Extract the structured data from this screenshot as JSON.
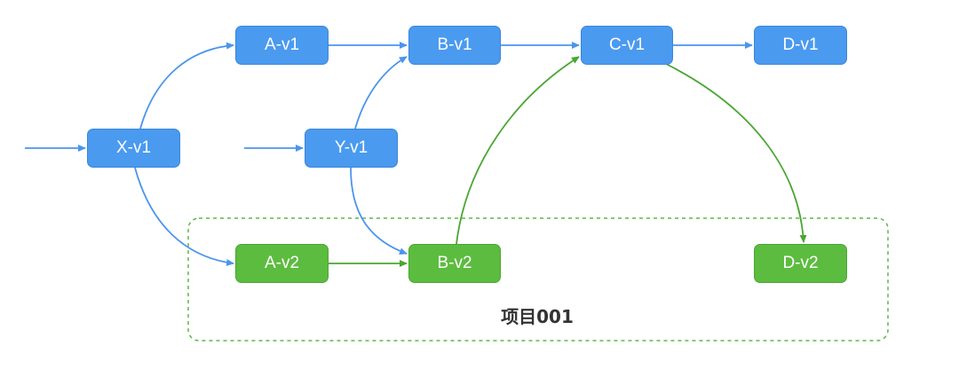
{
  "nodes": {
    "a_v1": "A-v1",
    "b_v1": "B-v1",
    "c_v1": "C-v1",
    "d_v1": "D-v1",
    "x_v1": "X-v1",
    "y_v1": "Y-v1",
    "a_v2": "A-v2",
    "b_v2": "B-v2",
    "d_v2": "D-v2"
  },
  "group": {
    "label": "项目001"
  },
  "colors": {
    "blue_node": "#4a9af0",
    "green_node": "#5cbc3f",
    "blue_edge": "#4a95ee",
    "green_edge": "#4aa632",
    "group_border": "#5cb845"
  }
}
